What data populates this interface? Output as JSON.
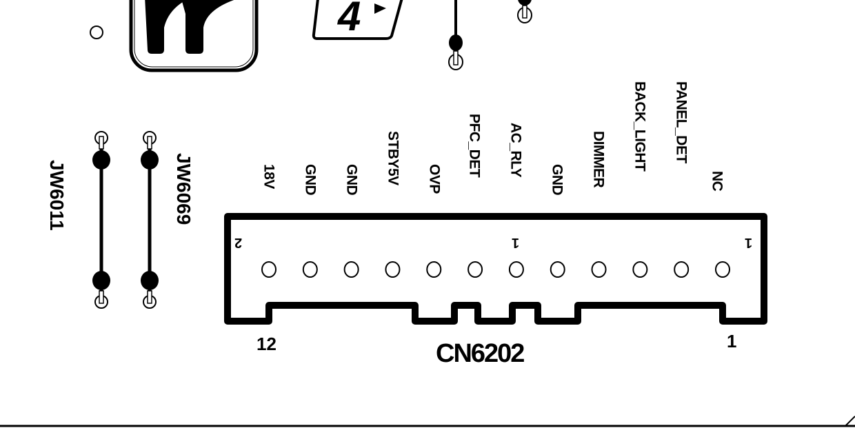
{
  "connector": {
    "ref": "CN6202",
    "pin_first_label": "1",
    "pin_last_label": "12",
    "inner_marks": [
      "2",
      "1",
      "1"
    ],
    "signals": [
      "18V",
      "GND",
      "GND",
      "STBY5V",
      "OVP",
      "PFC_DET",
      "AC_RLY",
      "GND",
      "DIMMER",
      "BACK_LIGHT",
      "PANEL_DET",
      "NC"
    ]
  },
  "jumpers": [
    {
      "ref": "JW6011"
    },
    {
      "ref": "JW6069"
    }
  ],
  "logo_digit": "4",
  "colors": {
    "ink": "#000000",
    "background": "#ffffff"
  }
}
